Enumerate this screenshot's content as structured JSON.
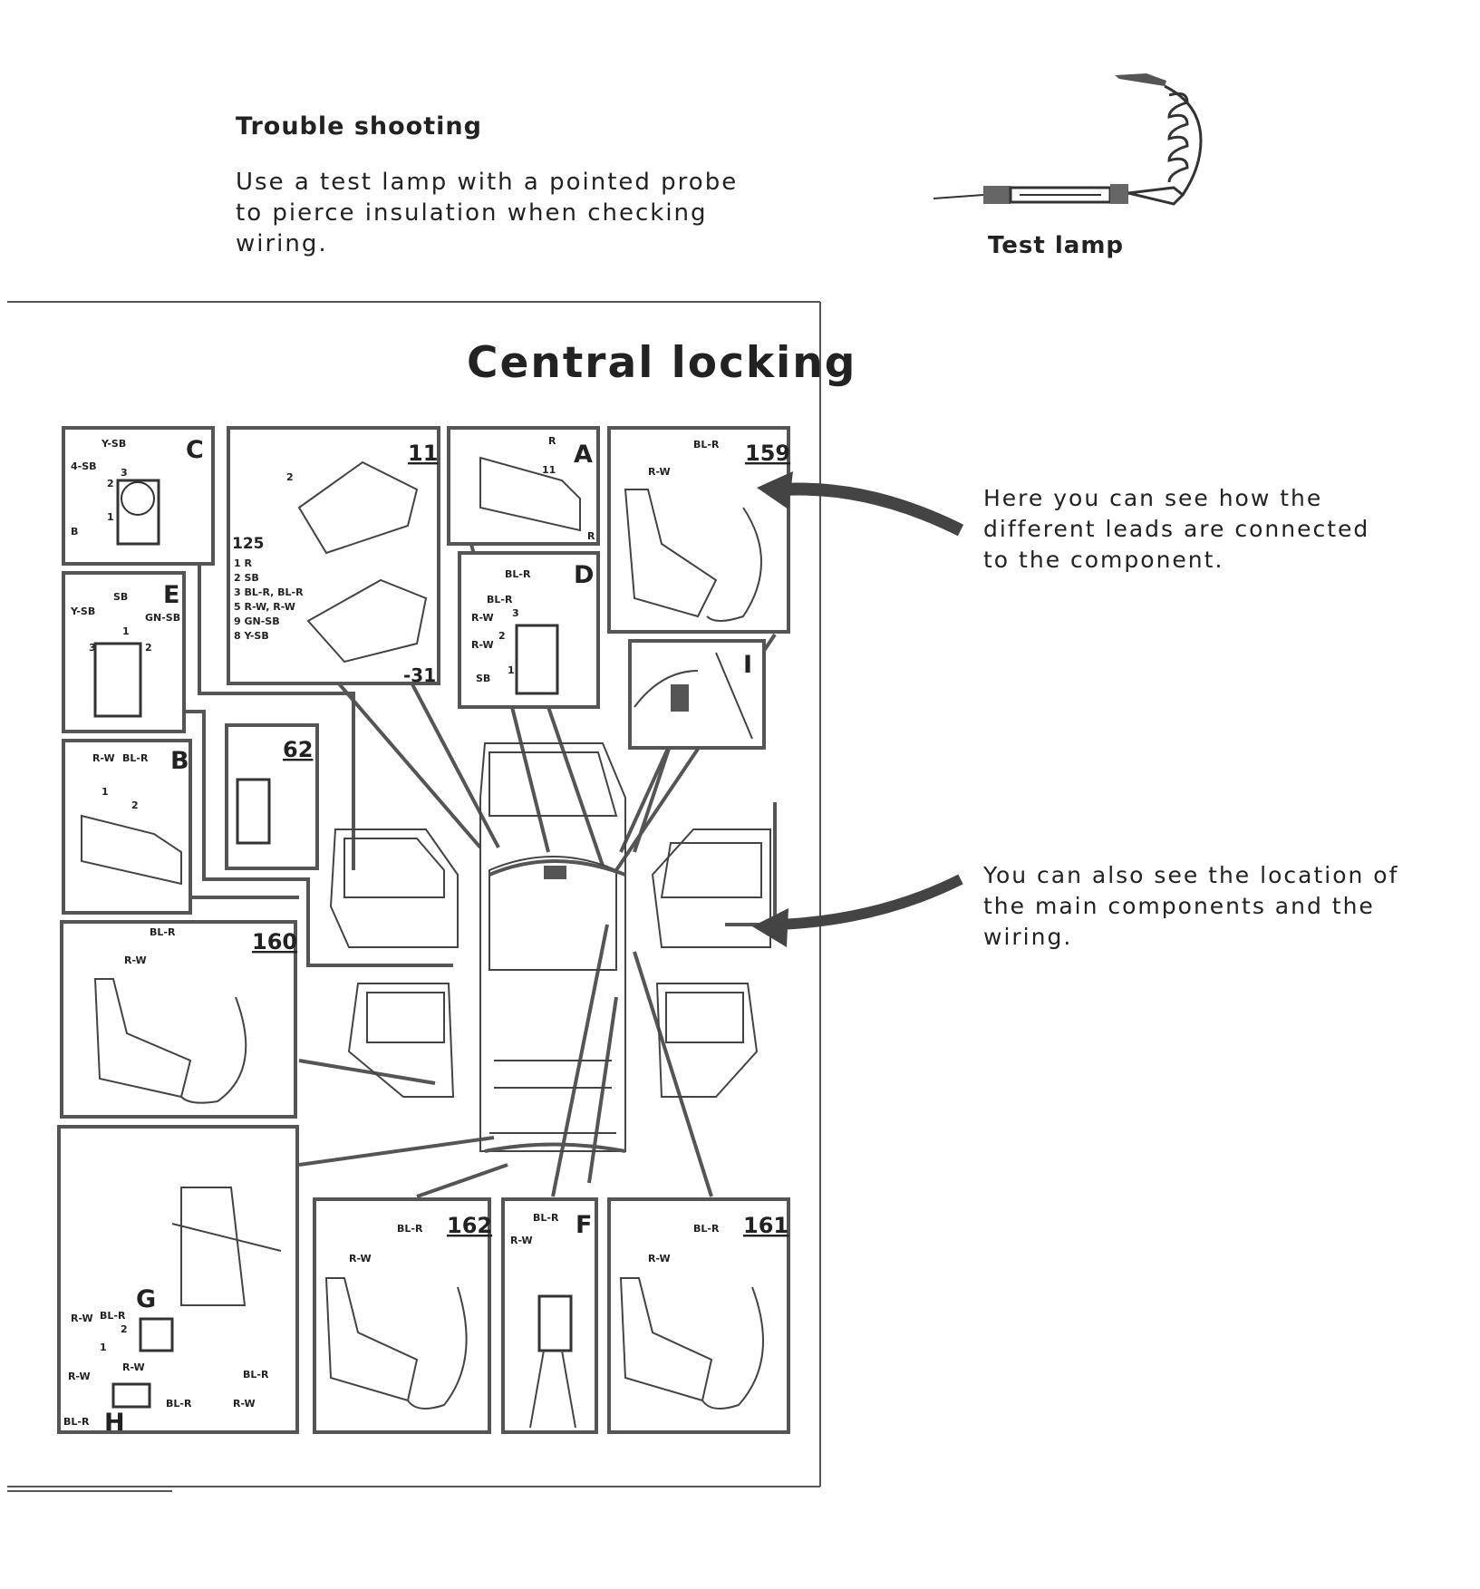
{
  "intro": {
    "title": "Trouble shooting",
    "body": "Use a test lamp with a pointed probe to pierce insulation when checking wiring.",
    "lamp_label": "Test lamp"
  },
  "notes": [
    "Here you can see how the different leads are connected to the component.",
    "You can also see the location of the main components and the wiring."
  ],
  "diagram": {
    "title": "Central locking",
    "panels": {
      "C": {
        "letter": "C",
        "wires": [
          "Y-SB",
          "4-SB",
          "B"
        ],
        "pins": [
          "3",
          "2",
          "1"
        ]
      },
      "11": {
        "number": "11",
        "ref": "125",
        "pin2": "2",
        "minus31": "-31",
        "legend": [
          "1  R",
          "2  SB",
          "3  BL-R, BL-R",
          "5  R-W, R-W",
          "9  GN-SB",
          "8  Y-SB"
        ]
      },
      "A": {
        "letter": "A",
        "top": "R",
        "pin": "11",
        "side": "R"
      },
      "159": {
        "number": "159",
        "w1": "BL-R",
        "w2": "R-W"
      },
      "E": {
        "letter": "E",
        "wires": [
          "Y-SB",
          "SB",
          "GN-SB"
        ],
        "pins": [
          "3",
          "1",
          "2"
        ]
      },
      "D": {
        "letter": "D",
        "wires": [
          "BL-R",
          "BL-R",
          "R-W",
          "R-W",
          "SB"
        ],
        "pins": [
          "3",
          "2",
          "1"
        ]
      },
      "I": {
        "letter": "I"
      },
      "B": {
        "letter": "B",
        "wires": [
          "R-W",
          "BL-R"
        ],
        "pins": [
          "1",
          "2"
        ]
      },
      "62": {
        "number": "62"
      },
      "160": {
        "number": "160",
        "w1": "BL-R",
        "w2": "R-W"
      },
      "GH": {
        "g": "G",
        "h": "H",
        "wires": [
          "R-W",
          "BL-R",
          "R-W",
          "R-W",
          "BL-R",
          "BL-R",
          "BL-R",
          "R-W"
        ],
        "pins": [
          "2",
          "1"
        ]
      },
      "162": {
        "number": "162",
        "w1": "BL-R",
        "w2": "R-W"
      },
      "F": {
        "letter": "F",
        "w1": "BL-R",
        "w2": "R-W"
      },
      "161": {
        "number": "161",
        "w1": "BL-R",
        "w2": "R-W"
      }
    }
  }
}
